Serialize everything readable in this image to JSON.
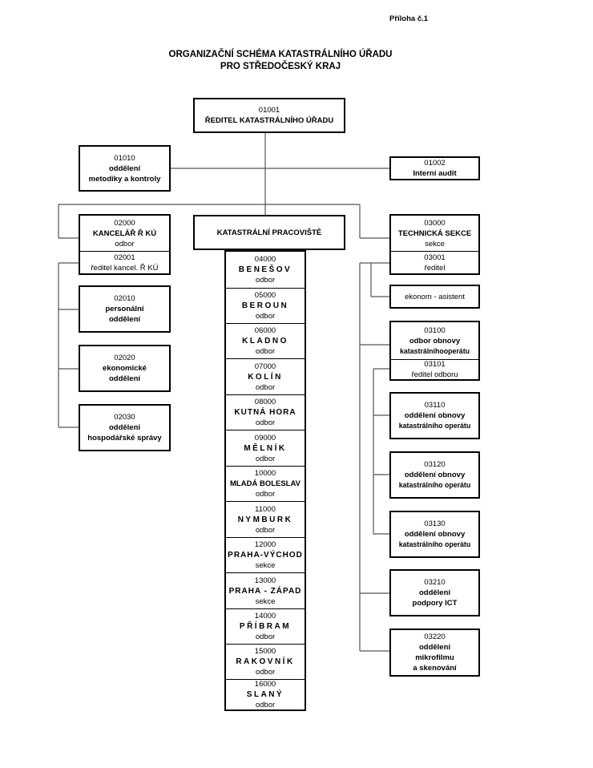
{
  "annex": "Příloha č.1",
  "title_line1": "ORGANIZAČNÍ SCHÉMA KATASTRÁLNÍHO ÚŘADU",
  "title_line2": "PRO STŘEDOČESKÝ KRAJ",
  "director": {
    "code": "01001",
    "name": "ŘEDITEL KATASTRÁLNÍHO ÚŘADU"
  },
  "methodology": {
    "code": "01010",
    "line1": "oddělení",
    "line2": "metodiky a kontroly"
  },
  "audit": {
    "code": "01002",
    "name": "Interní audit"
  },
  "chancellery": {
    "code": "02000",
    "name": "KANCELÁŘ Ř KÚ",
    "type": "odbor",
    "sub_code": "02001",
    "sub_name": "ředitel kancel. Ř KÚ"
  },
  "chancellery_units": [
    {
      "code": "02010",
      "line1": "personální",
      "line2": "oddělení"
    },
    {
      "code": "02020",
      "line1": "ekonomické",
      "line2": "oddělení"
    },
    {
      "code": "02030",
      "line1": "oddělení",
      "line2": "hospodářské správy"
    }
  ],
  "cadastral": {
    "name": "KATASTRÁLNÍ PRACOVIŠTĚ"
  },
  "workplaces": [
    {
      "code": "04000",
      "name": "BENEŠOV",
      "type": "odbor"
    },
    {
      "code": "05000",
      "name": "BEROUN",
      "type": "odbor"
    },
    {
      "code": "06000",
      "name": "KLADNO",
      "type": "odbor"
    },
    {
      "code": "07000",
      "name": "KOLÍN",
      "type": "odbor"
    },
    {
      "code": "08000",
      "name": "KUTNÁ HORA",
      "type": "odbor"
    },
    {
      "code": "09000",
      "name": "MĚLNÍK",
      "type": "odbor"
    },
    {
      "code": "10000",
      "name": "MLADÁ BOLESLAV",
      "type": "odbor"
    },
    {
      "code": "11000",
      "name": "NYMBURK",
      "type": "odbor"
    },
    {
      "code": "12000",
      "name": "PRAHA-VÝCHOD",
      "type": "sekce"
    },
    {
      "code": "13000",
      "name": "PRAHA - ZÁPAD",
      "type": "sekce"
    },
    {
      "code": "14000",
      "name": "PŘÍBRAM",
      "type": "odbor"
    },
    {
      "code": "15000",
      "name": "RAKOVNÍK",
      "type": "odbor"
    },
    {
      "code": "16000",
      "name": "SLANÝ",
      "type": "odbor"
    }
  ],
  "technical": {
    "code": "03000",
    "name": "TECHNICKÁ SEKCE",
    "type": "sekce",
    "sub_code": "03001",
    "sub_name": "ředitel"
  },
  "assistant": {
    "name": "ekonom - asistent"
  },
  "renewal_dept": {
    "code": "03100",
    "line1": "odbor obnovy",
    "line2": "katastrálníhooperátu",
    "sub_code": "03101",
    "sub_name": "ředitel odboru"
  },
  "renewal_units": [
    {
      "code": "03110",
      "line1": "oddělení obnovy",
      "line2": "katastrálního operátu"
    },
    {
      "code": "03120",
      "line1": "oddělení obnovy",
      "line2": "katastrálního operátu"
    },
    {
      "code": "03130",
      "line1": "oddělení obnovy",
      "line2": "katastrálního operátu"
    }
  ],
  "ict": {
    "code": "03210",
    "line1": "oddělení",
    "line2": "podpory ICT"
  },
  "microfilm": {
    "code": "03220",
    "line1": "oddělení",
    "line2": "mikrofilmu",
    "line3": "a skenování"
  }
}
